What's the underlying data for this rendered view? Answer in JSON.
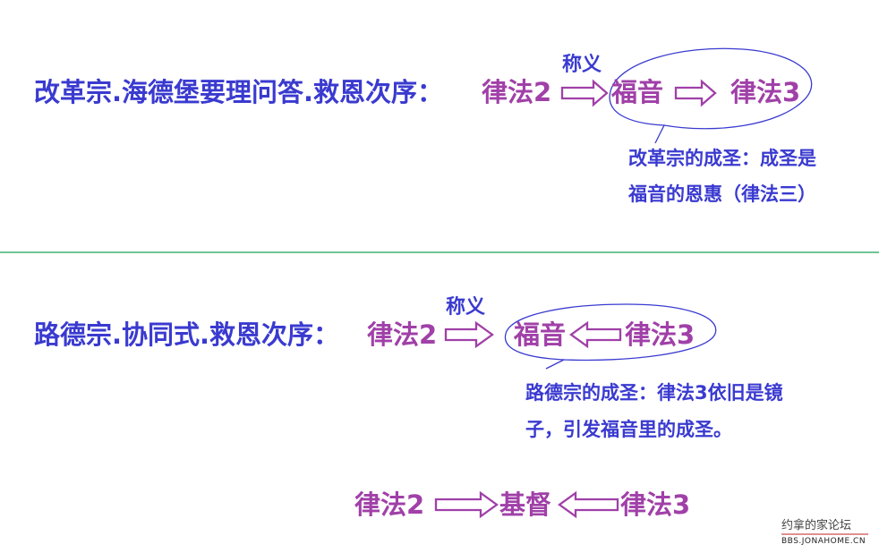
{
  "section1": {
    "title": "改革宗.海德堡要理问答.救恩次序：",
    "step1": "律法2",
    "arrow_label": "称义",
    "step2": "福音",
    "step3": "律法3",
    "note_line1": "改革宗的成圣：成圣是",
    "note_line2": "福音的恩惠（律法三）"
  },
  "section2": {
    "title": "路德宗.协同式.救恩次序：",
    "step1": "律法2",
    "arrow_label": "称义",
    "step2": "福音",
    "step3": "律法3",
    "note_line1": "路德宗的成圣：律法3依旧是镜",
    "note_line2": "子，引发福音里的成圣。"
  },
  "section3": {
    "left": "律法2",
    "center": "基督",
    "right": "律法3"
  },
  "watermark": {
    "line1": "约拿的家论坛",
    "line2": "BBS.JONAHOME.CN"
  },
  "colors": {
    "blue": "#3a3ad0",
    "purple": "#a040a8",
    "divider": "#3cb371"
  }
}
